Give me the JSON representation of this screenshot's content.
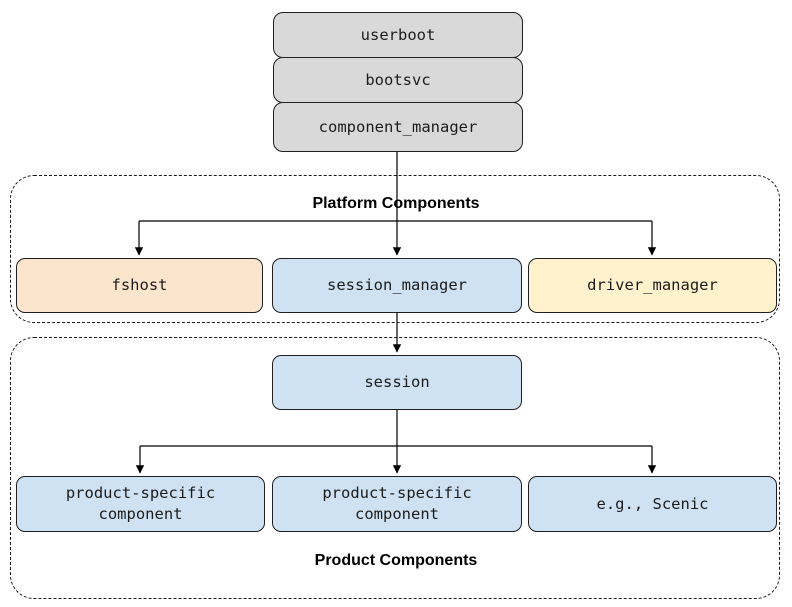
{
  "diagram": {
    "boot_stack": {
      "fill": "#d9d9d9",
      "items": [
        {
          "label": "userboot"
        },
        {
          "label": "bootsvc"
        },
        {
          "label": "component_manager"
        }
      ]
    },
    "platform_group": {
      "title": "Platform Components",
      "nodes": [
        {
          "label": "fshost",
          "fill": "#fce5cd"
        },
        {
          "label": "session_manager",
          "fill": "#cfe2f3"
        },
        {
          "label": "driver_manager",
          "fill": "#fff2cc"
        }
      ]
    },
    "product_group": {
      "title": "Product Components",
      "session_node": {
        "label": "session",
        "fill": "#cfe2f3"
      },
      "nodes": [
        {
          "label": "product-specific\ncomponent",
          "fill": "#cfe2f3"
        },
        {
          "label": "product-specific\ncomponent",
          "fill": "#cfe2f3"
        },
        {
          "label": "e.g., Scenic",
          "fill": "#cfe2f3"
        }
      ]
    },
    "colors": {
      "line": "#000000",
      "gray": "#d9d9d9",
      "peach": "#fce5cd",
      "blue": "#cfe2f3",
      "yellow": "#fff2cc"
    }
  }
}
